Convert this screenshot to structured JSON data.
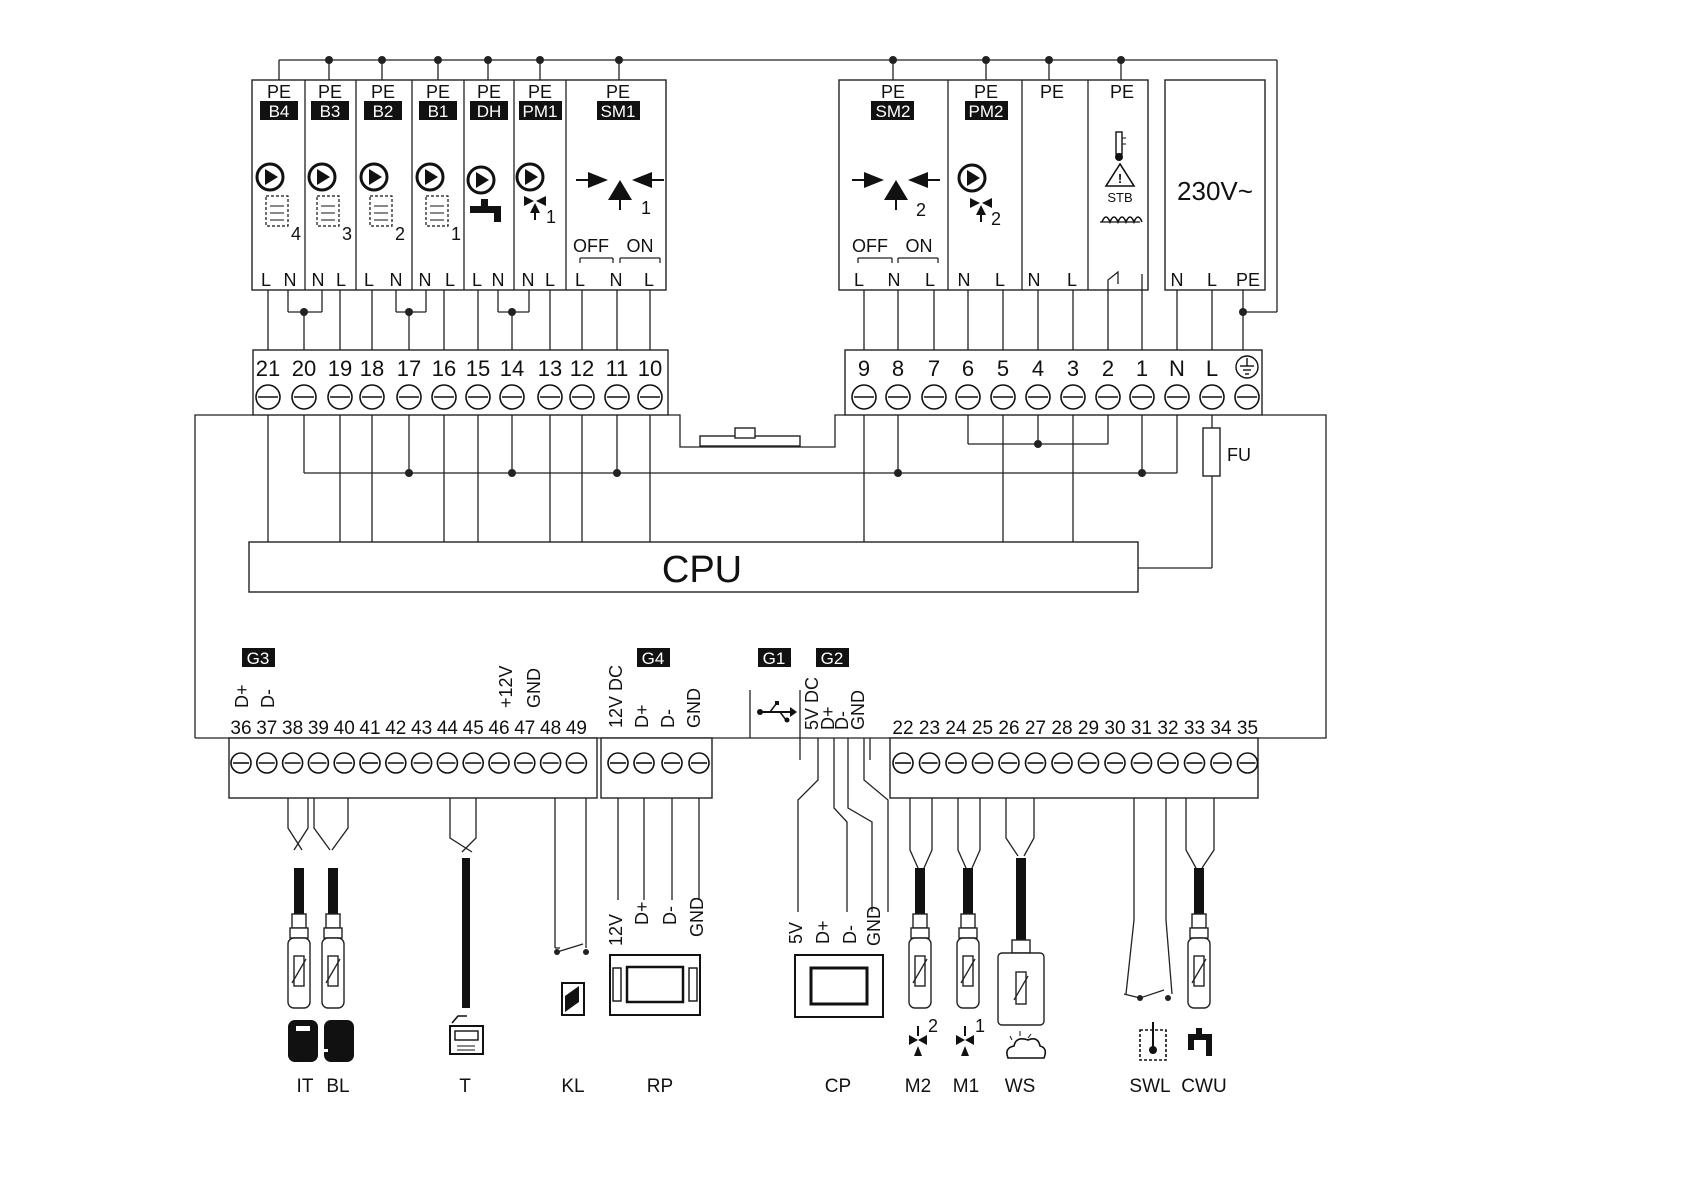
{
  "top_modules_left": [
    {
      "id": "B4",
      "pe": "PE",
      "wires": [
        "L",
        "N"
      ],
      "index": "4"
    },
    {
      "id": "B3",
      "pe": "PE",
      "wires": [
        "N",
        "L"
      ],
      "index": "3"
    },
    {
      "id": "B2",
      "pe": "PE",
      "wires": [
        "L",
        "N"
      ],
      "index": "2"
    },
    {
      "id": "B1",
      "pe": "PE",
      "wires": [
        "N",
        "L"
      ],
      "index": "1"
    },
    {
      "id": "DH",
      "pe": "PE",
      "wires": [
        "L",
        "N"
      ],
      "index": ""
    },
    {
      "id": "PM1",
      "pe": "PE",
      "wires": [
        "N",
        "L"
      ],
      "index": "1"
    },
    {
      "id": "SM1",
      "pe": "PE",
      "wires": [
        "L",
        "N",
        "L"
      ],
      "index": "1",
      "off": "OFF",
      "on": "ON"
    }
  ],
  "top_modules_right": [
    {
      "id": "SM2",
      "pe": "PE",
      "wires": [
        "L",
        "N",
        "L"
      ],
      "index": "2",
      "off": "OFF",
      "on": "ON"
    },
    {
      "id": "PM2",
      "pe": "PE",
      "wires": [
        "N",
        "L"
      ],
      "index": "2"
    },
    {
      "id": "",
      "pe": "PE",
      "wires": [
        "N",
        "L"
      ],
      "index": ""
    },
    {
      "id": "",
      "pe": "PE",
      "wires": [],
      "index": "",
      "stb": "STB"
    }
  ],
  "power": {
    "label": "230V~",
    "wires": [
      "N",
      "L",
      "PE"
    ]
  },
  "terminals_top_left": [
    "21",
    "20",
    "19",
    "18",
    "17",
    "16",
    "15",
    "14",
    "13",
    "12",
    "11",
    "10"
  ],
  "terminals_top_right": [
    "9",
    "8",
    "7",
    "6",
    "5",
    "4",
    "3",
    "2",
    "1",
    "N",
    "L"
  ],
  "fuse": "FU",
  "cpu": "CPU",
  "groups": {
    "g3": {
      "tag": "G3",
      "signals": [
        "D+",
        "D-"
      ],
      "signals2": [
        "+12V",
        "GND"
      ],
      "terminals": [
        "36",
        "37",
        "38",
        "39",
        "40",
        "41",
        "42",
        "43",
        "44",
        "45",
        "46",
        "47",
        "48",
        "49"
      ]
    },
    "g4": {
      "tag": "G4",
      "signals": [
        "12V DC",
        "D+",
        "D-",
        "GND"
      ]
    },
    "g1": {
      "tag": "G1"
    },
    "g2": {
      "tag": "G2",
      "signals": [
        "5V DC",
        "D+",
        "D-",
        "GND"
      ]
    },
    "right": {
      "terminals": [
        "22",
        "23",
        "24",
        "25",
        "26",
        "27",
        "28",
        "29",
        "30",
        "31",
        "32",
        "33",
        "34",
        "35"
      ]
    }
  },
  "rp_wires": [
    "12V",
    "D+",
    "D-",
    "GND"
  ],
  "cp_wires": [
    "5V",
    "D+",
    "D-",
    "GND"
  ],
  "devices": [
    "IT",
    "BL",
    "T",
    "KL",
    "RP",
    "CP",
    "M2",
    "M1",
    "WS",
    "SWL",
    "CWU"
  ],
  "device_indices": {
    "m2": "2",
    "m1": "1"
  }
}
